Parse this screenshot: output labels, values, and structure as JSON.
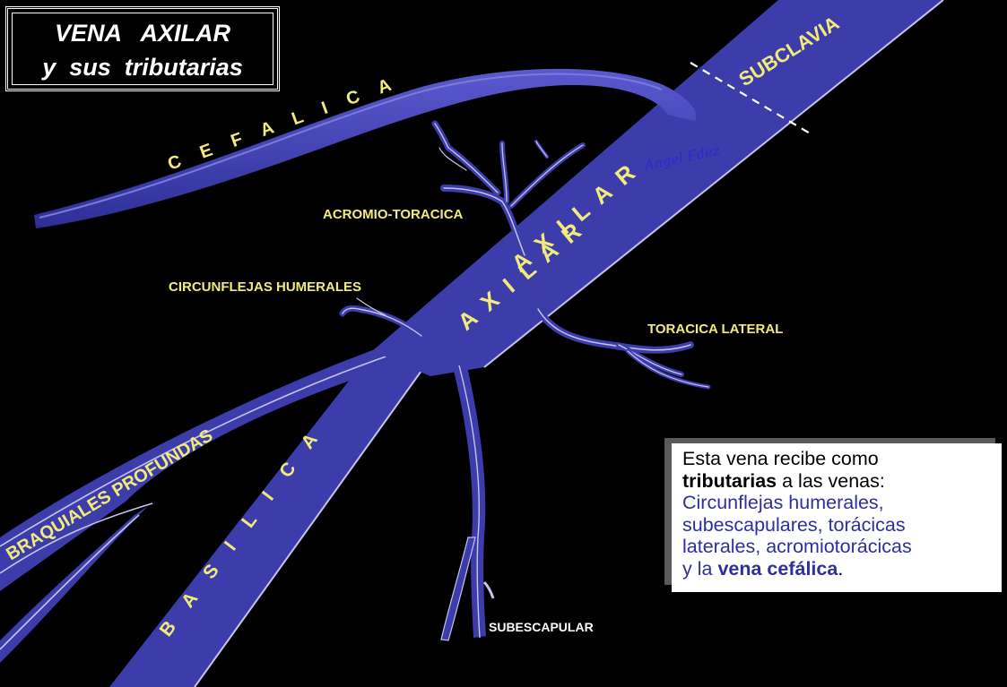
{
  "title": {
    "line1": "VENA   AXILAR",
    "line2": "y  sus  tributarias"
  },
  "labels": {
    "cefalica": "C E F A L I C A",
    "subclavia": "SUBCLAVIA",
    "axilar_upper": "A X I L A R",
    "axilar_lower": "A X I L A R",
    "acromio": "ACROMIO-TORACICA",
    "circunflejas": "CIRCUNFLEJAS  HUMERALES",
    "toracica": "TORACICA  LATERAL",
    "braquiales": "BRAQUIALES  PROFUNDAS",
    "basilica": "B A S I L I C A",
    "subescapular": "SUBESCAPULAR",
    "signature": "Ángel Fdez"
  },
  "info": {
    "intro": "Esta vena recibe como",
    "tributarias": "tributarias",
    "intro_end": " a las venas:",
    "list_line1": "Circunflejas humerales,",
    "list_line2": "subescapulares, torácicas",
    "list_line3": "laterales, acromiotorácicas",
    "list_line4_start": "y la ",
    "vena_cefalica": "vena cefálica",
    "period": "."
  },
  "colors": {
    "vein_fill": "#3c3caa",
    "vein_highlight": "#c4c4ee",
    "label_yellow": "#f2eb7a",
    "label_white": "#ffffff"
  }
}
